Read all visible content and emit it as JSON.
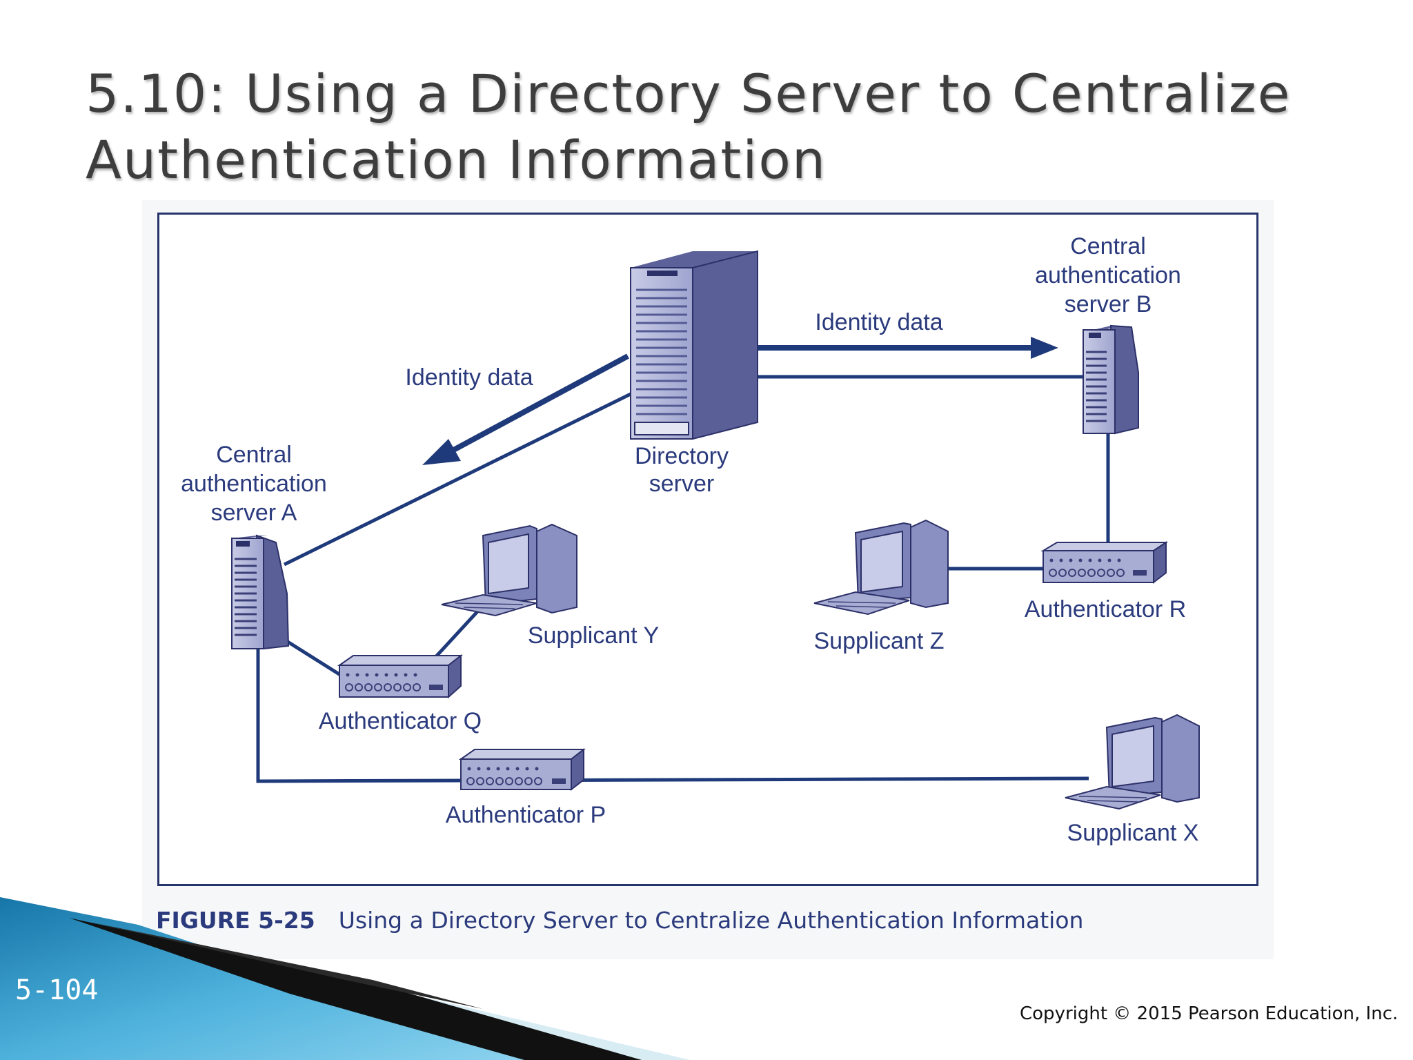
{
  "slide": {
    "title_line1": "5.10: Using a Directory Server to Centralize",
    "title_line2": "Authentication Information",
    "slide_number": "5-104",
    "copyright": "Copyright © 2015 Pearson Education, Inc."
  },
  "figure": {
    "caption_label": "FIGURE 5-25",
    "caption_text": "Using a Directory Server to Centralize Authentication Information",
    "labels": {
      "directory_server": [
        "Directory",
        "server"
      ],
      "central_server_a": [
        "Central",
        "authentication",
        "server A"
      ],
      "central_server_b": [
        "Central",
        "authentication",
        "server B"
      ],
      "identity_data_left": "Identity data",
      "identity_data_right": "Identity data",
      "supplicant_y": "Supplicant Y",
      "supplicant_z": "Supplicant Z",
      "supplicant_x": "Supplicant X",
      "authenticator_q": "Authenticator Q",
      "authenticator_r": "Authenticator R",
      "authenticator_p": "Authenticator P"
    }
  },
  "colors": {
    "line": "#1f3a7a",
    "device_fill": "#7c83b8",
    "device_dark": "#3a3f78",
    "label": "#2a3a7c",
    "accent_gradient_start": "#1f86b8",
    "accent_gradient_end": "#6dc3e6"
  }
}
